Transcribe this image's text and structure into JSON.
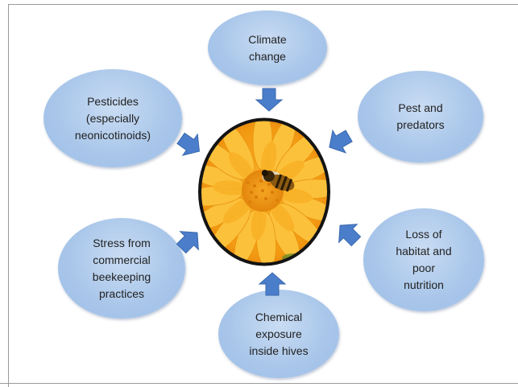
{
  "diagram": {
    "center": {
      "image_icon": "flower-with-bee-photo"
    },
    "nodes": [
      {
        "id": "climate",
        "label": "Climate\nchange"
      },
      {
        "id": "pest",
        "label": "Pest and\npredators"
      },
      {
        "id": "habitat",
        "label": "Loss of\nhabitat and\npoor\nnutrition"
      },
      {
        "id": "chemical",
        "label": "Chemical\nexposure\ninside hives"
      },
      {
        "id": "stress",
        "label": "Stress from\ncommercial\nbeekeeping\npractices"
      },
      {
        "id": "pesticides",
        "label": "Pesticides\n(especially\nneonicotinoids)"
      }
    ],
    "colors": {
      "bubble": "#aac7ea",
      "arrow": "#4a7ecb",
      "center_border": "#1a1a1a",
      "petal": "#f7a21b"
    }
  }
}
